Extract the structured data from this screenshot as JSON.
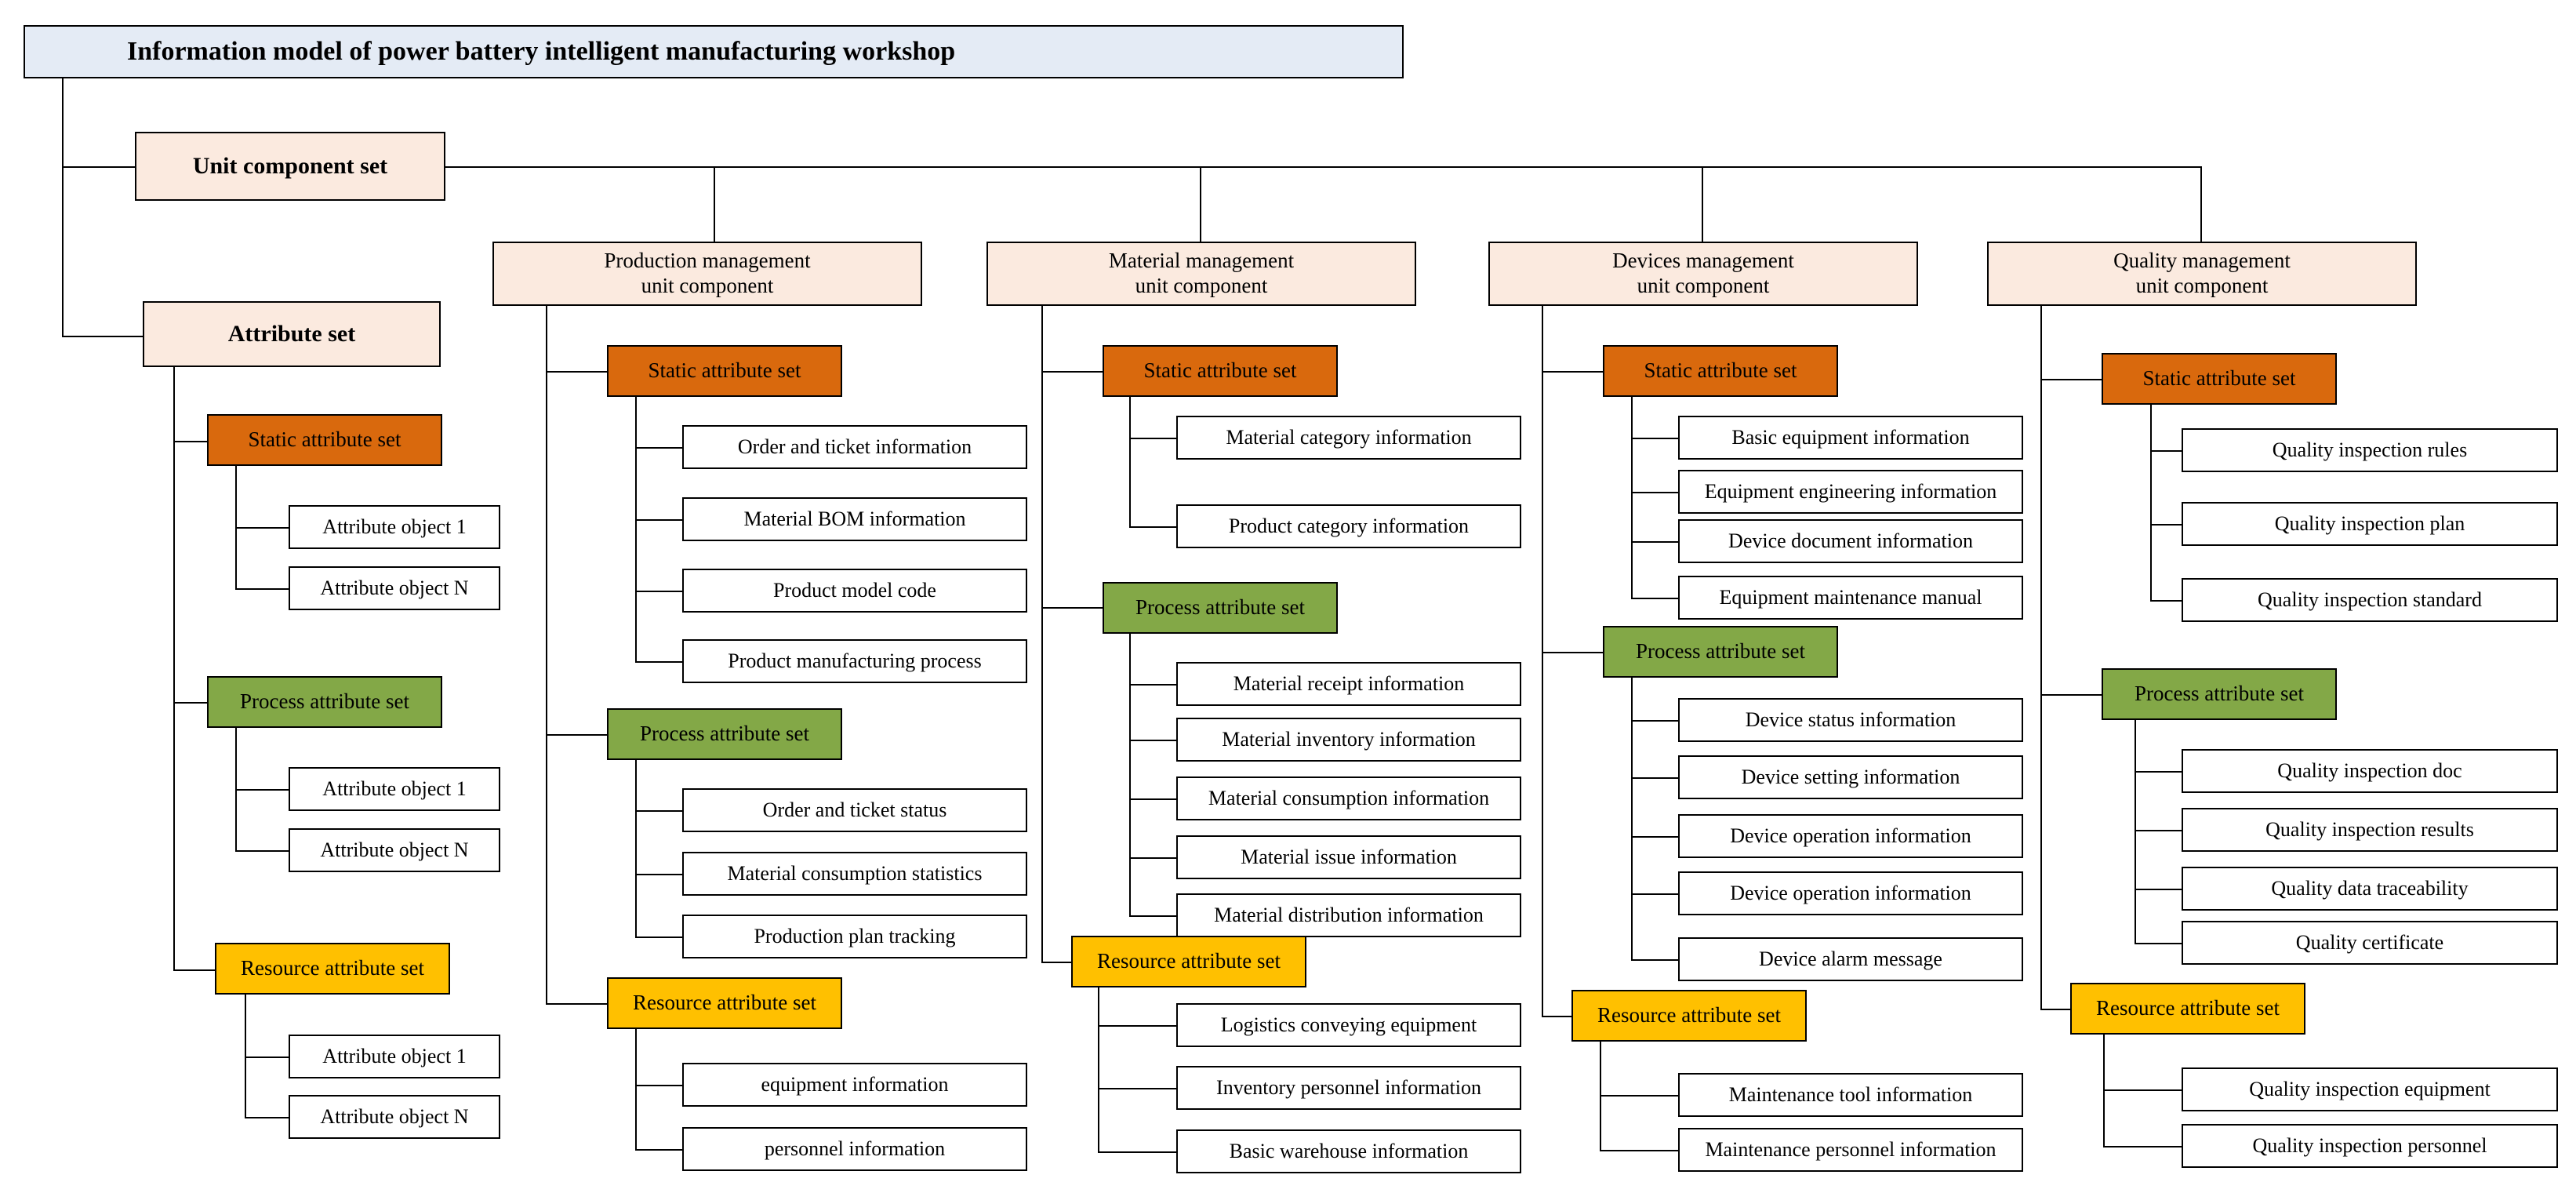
{
  "diagram": {
    "title": "Information model of power battery intelligent manufacturing workshop",
    "colors": {
      "title_fill": "#E4EBF5",
      "level1_fill": "#FBEADF",
      "static_fill": "#D9690D",
      "process_fill": "#83A847",
      "resource_fill": "#FFC000",
      "leaf_fill": "#FFFFFF",
      "stroke": "#000000"
    },
    "level1": {
      "unit_component_set": "Unit component set",
      "attribute_set": "Attribute set"
    },
    "labels": {
      "static_attribute_set": "Static attribute set",
      "process_attribute_set": "Process attribute set",
      "resource_attribute_set": "Resource attribute set"
    },
    "attribute_set_branch": {
      "static": {
        "label": "Static attribute set",
        "children": [
          "Attribute object 1",
          "Attribute object N"
        ]
      },
      "process": {
        "label": "Process attribute set",
        "children": [
          "Attribute object 1",
          "Attribute object N"
        ]
      },
      "resource": {
        "label": "Resource attribute set",
        "children": [
          "Attribute object 1",
          "Attribute object N"
        ]
      }
    },
    "unit_components": [
      {
        "name": "Production management\nunit component",
        "static": {
          "label": "Static attribute set",
          "children": [
            "Order and ticket information",
            "Material BOM information",
            "Product model code",
            "Product manufacturing process"
          ]
        },
        "process": {
          "label": "Process attribute set",
          "children": [
            "Order and ticket status",
            "Material consumption statistics",
            "Production plan tracking"
          ]
        },
        "resource": {
          "label": "Resource attribute set",
          "children": [
            "equipment information",
            "personnel information"
          ]
        }
      },
      {
        "name": "Material management\nunit component",
        "static": {
          "label": "Static attribute set",
          "children": [
            "Material category information",
            "Product category information"
          ]
        },
        "process": {
          "label": "Process attribute set",
          "children": [
            "Material receipt information",
            "Material inventory information",
            "Material consumption information",
            "Material issue information",
            "Material distribution information"
          ]
        },
        "resource": {
          "label": "Resource attribute set",
          "children": [
            "Logistics conveying equipment",
            "Inventory personnel information",
            "Basic warehouse information"
          ]
        }
      },
      {
        "name": "Devices management\nunit component",
        "static": {
          "label": "Static attribute set",
          "children": [
            "Basic equipment information",
            "Equipment engineering information",
            "Device document information",
            "Equipment maintenance manual"
          ]
        },
        "process": {
          "label": "Process attribute set",
          "children": [
            "Device status information",
            "Device setting information",
            "Device operation information",
            "Device operation information",
            "Device alarm message"
          ]
        },
        "resource": {
          "label": "Resource attribute set",
          "children": [
            "Maintenance tool information",
            "Maintenance personnel information"
          ]
        }
      },
      {
        "name": "Quality management\nunit component",
        "static": {
          "label": "Static attribute set",
          "children": [
            "Quality inspection rules",
            "Quality inspection plan",
            "Quality inspection standard"
          ]
        },
        "process": {
          "label": "Process attribute set",
          "children": [
            "Quality inspection doc",
            "Quality inspection results",
            "Quality data traceability",
            "Quality certificate"
          ]
        },
        "resource": {
          "label": "Resource attribute set",
          "children": [
            "Quality inspection equipment",
            "Quality inspection personnel"
          ]
        }
      }
    ]
  }
}
